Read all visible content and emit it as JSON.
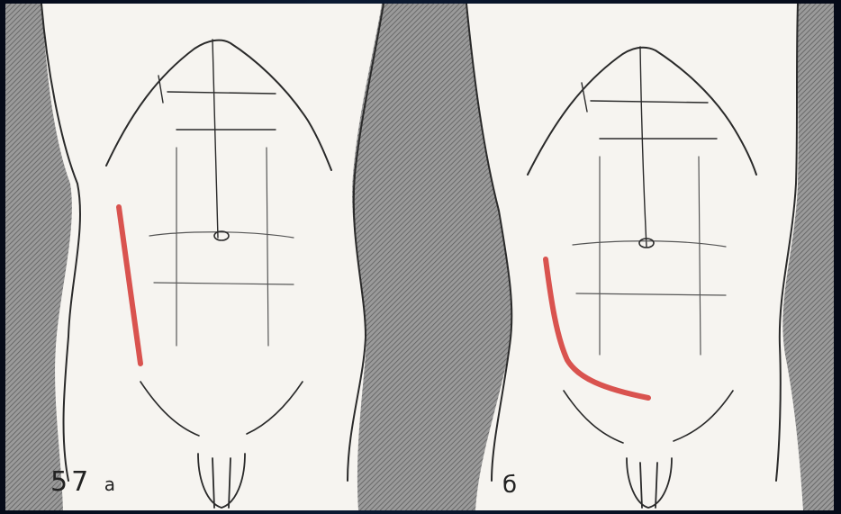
{
  "figure": {
    "panel_a_label": "57",
    "panel_a_sublabel": "a",
    "panel_b_label": "б"
  },
  "colors": {
    "paper": "#f6f4f0",
    "shading": "#8c8c8c",
    "line_art": "#2a2a2a",
    "incision": "#d9534f"
  }
}
